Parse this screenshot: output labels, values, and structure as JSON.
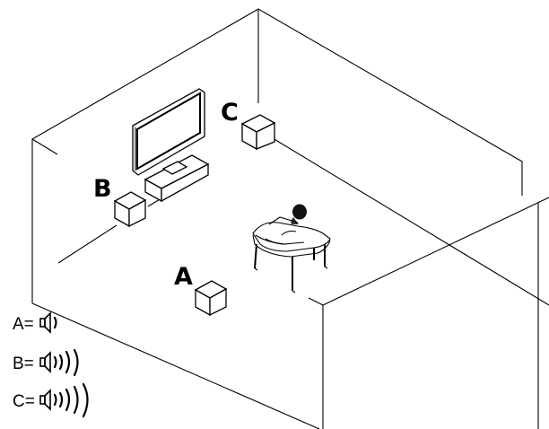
{
  "speaker_labels": {
    "a": "A",
    "b": "B",
    "c": "C"
  },
  "legend": [
    {
      "label": "A=",
      "level": 1
    },
    {
      "label": "B=",
      "level": 2
    },
    {
      "label": "C=",
      "level": 3
    }
  ],
  "icons": {
    "speaker": "speaker-volume-icon",
    "television": "television-icon",
    "listener": "person-in-armchair-icon"
  },
  "colors": {
    "line": "#000000",
    "background": "#ffffff"
  }
}
